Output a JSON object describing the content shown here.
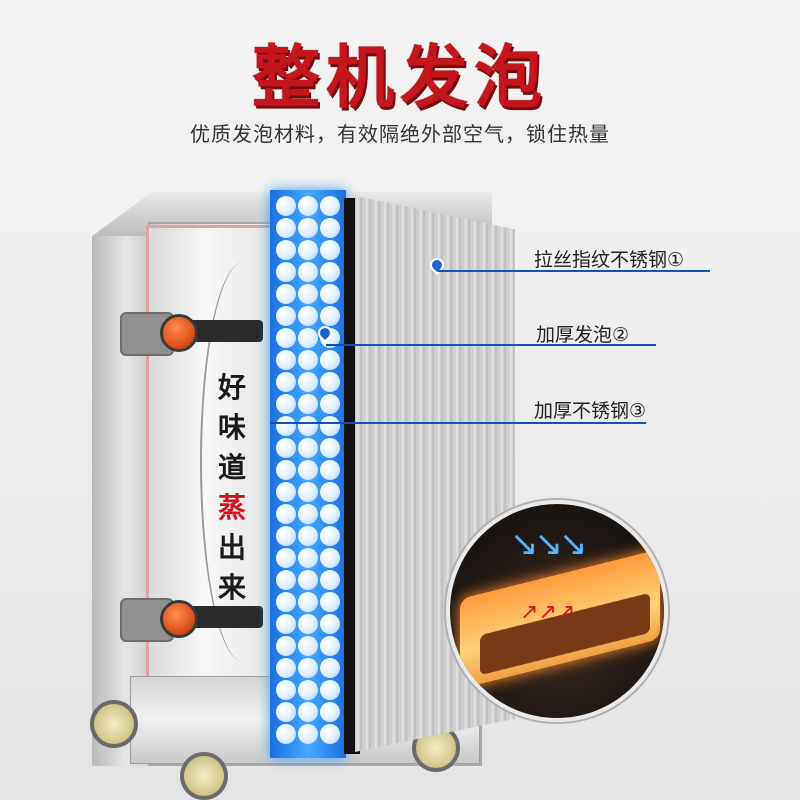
{
  "title": "整机发泡",
  "subtitle": "优质发泡材料，有效隔绝外部空气，锁住热量",
  "door_text": {
    "line1": "好",
    "line2": "味",
    "line3": "道",
    "line4": "蒸",
    "line5": "出",
    "line6": "来"
  },
  "callouts": [
    {
      "label": "拉丝指纹不锈钢①"
    },
    {
      "label": "加厚发泡②"
    },
    {
      "label": "加厚不锈钢③"
    }
  ],
  "colors": {
    "title_red": "#c4161c",
    "foam_blue": "#2a8cff",
    "leader_blue": "#1550b8"
  }
}
